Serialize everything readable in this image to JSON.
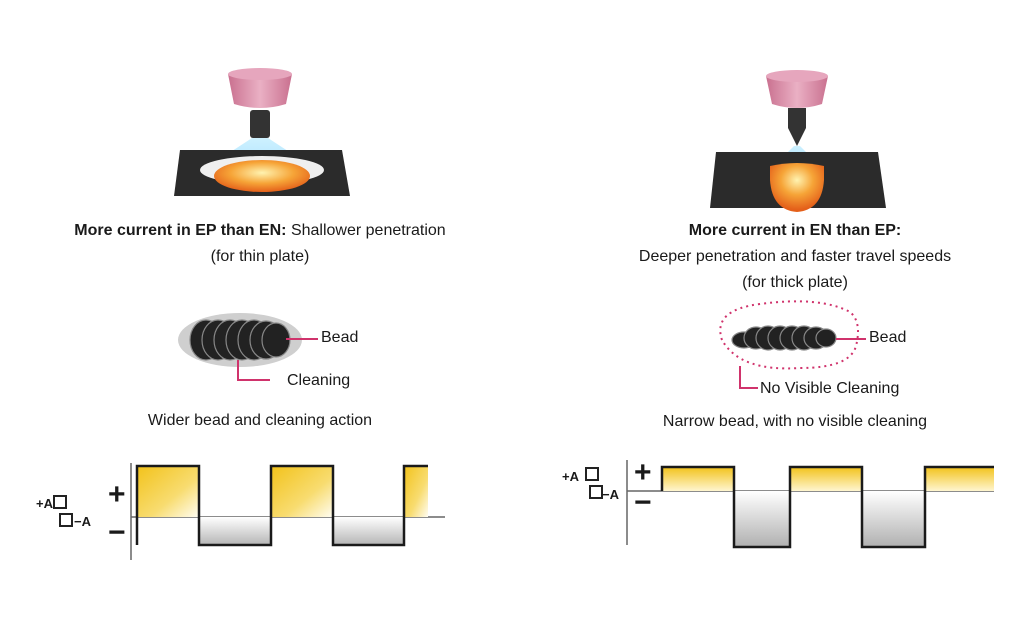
{
  "left": {
    "caption_bold": "More current in EP than EN:",
    "caption_rest": "Shallower penetration",
    "caption_line2": "(for thin plate)",
    "bead_label": "Bead",
    "cleaning_label": "Cleaning",
    "summary": "Wider bead and cleaning action"
  },
  "right": {
    "caption_bold": "More current in EN than EP:",
    "caption_line2": "Deeper penetration and faster travel speeds",
    "caption_line3": "(for thick plate)",
    "bead_label": "Bead",
    "cleaning_label": "No Visible Cleaning",
    "summary": "Narrow bead, with no visible cleaning"
  },
  "waveform": {
    "plus": "+",
    "minus": "−",
    "plus_a": "+A",
    "minus_a": "−A"
  },
  "colors": {
    "torch_pink": "#d98aa6",
    "plate_dark": "#2b2b2b",
    "melt_orange": "#f07a1a",
    "melt_yellow": "#ffe38a",
    "arc_blue": "#8fdcff",
    "waveform_yellow": "#f2c21a",
    "waveform_gray": "#b8b8b8",
    "cleaning_gray": "#d0d0d0",
    "leader_pink": "#d0336c"
  }
}
